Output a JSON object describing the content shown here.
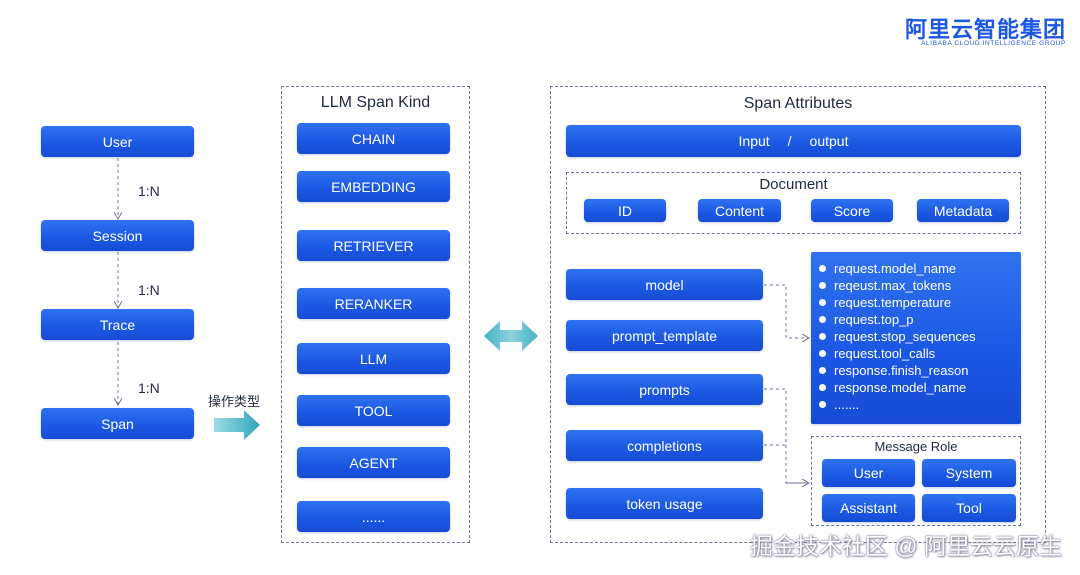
{
  "logo": {
    "cn": "阿里云智能集团",
    "en": "ALIBABA CLOUD INTELLIGENCE GROUP"
  },
  "hierarchy": {
    "nodes": [
      "User",
      "Session",
      "Trace",
      "Span"
    ],
    "relations": [
      "1:N",
      "1:N",
      "1:N"
    ],
    "arrow_label": "操作类型"
  },
  "span_kind": {
    "title": "LLM Span Kind",
    "items": [
      "CHAIN",
      "EMBEDDING",
      "RETRIEVER",
      "RERANKER",
      "LLM",
      "TOOL",
      "AGENT",
      "......"
    ]
  },
  "span_attributes": {
    "title": "Span Attributes",
    "io": {
      "input": "Input",
      "sep": "/",
      "output": "output"
    },
    "document": {
      "title": "Document",
      "fields": [
        "ID",
        "Content",
        "Score",
        "Metadata"
      ]
    },
    "fields": [
      "model",
      "prompt_template",
      "prompts",
      "completions",
      "token usage"
    ],
    "model_attrs": [
      "request.model_name",
      "reqeust.max_tokens",
      "request.temperature",
      "request.top_p",
      "request.stop_sequences",
      "request.tool_calls",
      "response.finish_reason",
      "response.model_name",
      "......."
    ],
    "message_role": {
      "title": "Message Role",
      "roles": [
        "User",
        "System",
        "Assistant",
        "Tool"
      ]
    }
  },
  "watermark": "掘金技术社区 @ 阿里云云原生",
  "colors": {
    "primary": "#1b57e3",
    "arrow_teal": "#3fb2c4"
  }
}
